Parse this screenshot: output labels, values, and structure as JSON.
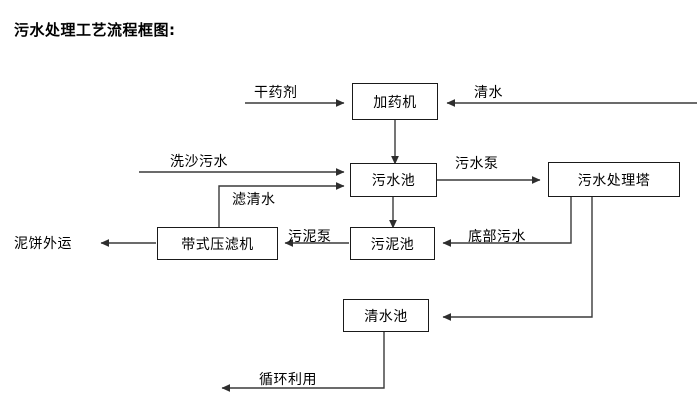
{
  "title": "污水处理工艺流程框图:",
  "theme": {
    "background": "#ffffff",
    "line": "#3a3a3a",
    "box_border": "#1a1a1a",
    "text": "#000000"
  },
  "nodes": [
    {
      "id": "dosing-machine",
      "label": "加药机"
    },
    {
      "id": "wastewater-pool",
      "label": "污水池"
    },
    {
      "id": "treatment-tower",
      "label": "污水处理塔"
    },
    {
      "id": "belt-filter-press",
      "label": "带式压滤机"
    },
    {
      "id": "sludge-pool",
      "label": "污泥池"
    },
    {
      "id": "clean-water-pool",
      "label": "清水池"
    }
  ],
  "edge_labels": [
    {
      "id": "dry-chemical",
      "label": "干药剂"
    },
    {
      "id": "clean-water-in",
      "label": "清水"
    },
    {
      "id": "sand-washing-wastewater",
      "label": "洗沙污水"
    },
    {
      "id": "filtered-clear-water",
      "label": "滤清水"
    },
    {
      "id": "sewage-pump",
      "label": "污水泵"
    },
    {
      "id": "sludge-pump",
      "label": "污泥泵"
    },
    {
      "id": "bottom-wastewater",
      "label": "底部污水"
    },
    {
      "id": "mud-cake-transport",
      "label": "泥饼外运"
    },
    {
      "id": "recycling-reuse",
      "label": "循环利用"
    }
  ]
}
